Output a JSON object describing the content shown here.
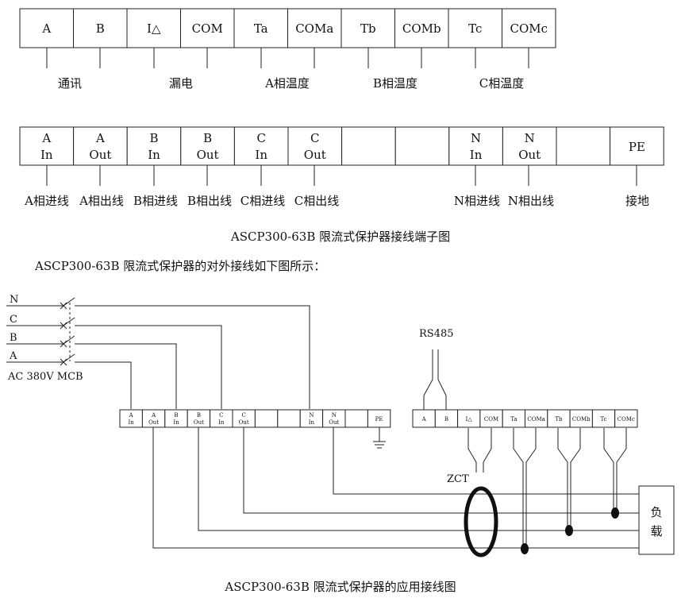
{
  "top_strip": {
    "cells": [
      "A",
      "B",
      "I△",
      "COM",
      "Ta",
      "COMa",
      "Tb",
      "COMb",
      "Tc",
      "COMc"
    ],
    "labels": [
      "通讯",
      "漏电",
      "A相温度",
      "B相温度",
      "C相温度"
    ]
  },
  "mid_strip": {
    "cells": [
      {
        "line1": "A",
        "line2": "In"
      },
      {
        "line1": "A",
        "line2": "Out"
      },
      {
        "line1": "B",
        "line2": "In"
      },
      {
        "line1": "B",
        "line2": "Out"
      },
      {
        "line1": "C",
        "line2": "In"
      },
      {
        "line1": "C",
        "line2": "Out"
      },
      {
        "line1": "",
        "line2": ""
      },
      {
        "line1": "",
        "line2": ""
      },
      {
        "line1": "N",
        "line2": "In"
      },
      {
        "line1": "N",
        "line2": "Out"
      },
      {
        "line1": "",
        "line2": ""
      },
      {
        "line1": "PE",
        "line2": ""
      }
    ],
    "labels": [
      "A相进线",
      "A相出线",
      "B相进线",
      "B相出线",
      "C相进线",
      "C相出线",
      "N相进线",
      "N相出线",
      "接地"
    ]
  },
  "caption_terminal": "ASCP300-63B 限流式保护器接线端子图",
  "intro_text": "ASCP300-63B 限流式保护器的对外接线如下图所示：",
  "wiring": {
    "phases": [
      "N",
      "C",
      "B",
      "A"
    ],
    "supply_label": "AC  380V  MCB",
    "rs485_label": "RS485",
    "zct_label": "ZCT",
    "load_label": [
      "负",
      "载"
    ],
    "left_block": [
      {
        "line1": "A",
        "line2": "In"
      },
      {
        "line1": "A",
        "line2": "Out"
      },
      {
        "line1": "B",
        "line2": "In"
      },
      {
        "line1": "B",
        "line2": "Out"
      },
      {
        "line1": "C",
        "line2": "In"
      },
      {
        "line1": "C",
        "line2": "Out"
      },
      {
        "line1": "",
        "line2": ""
      },
      {
        "line1": "",
        "line2": ""
      },
      {
        "line1": "N",
        "line2": "In"
      },
      {
        "line1": "N",
        "line2": "Out"
      },
      {
        "line1": "",
        "line2": ""
      },
      {
        "line1": "PE",
        "line2": ""
      }
    ],
    "right_block": [
      "A",
      "B",
      "I△",
      "COM",
      "Ta",
      "COMa",
      "Tb",
      "COMb",
      "Tc",
      "COMc"
    ]
  },
  "caption_wiring": "ASCP300-63B 限流式保护器的应用接线图"
}
